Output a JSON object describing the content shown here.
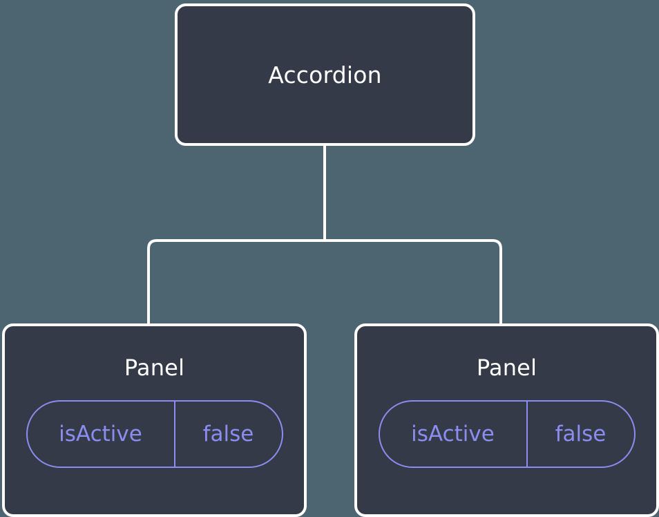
{
  "diagram": {
    "type": "component-tree",
    "background_color": "#4c6571",
    "node_fill_color": "#343a47",
    "node_border_color": "#ffffff",
    "connector_color": "#ffffff",
    "prop_accent_color": "#8b8ef0",
    "root": {
      "title": "Accordion"
    },
    "children": [
      {
        "title": "Panel",
        "prop": {
          "key": "isActive",
          "value": "false"
        }
      },
      {
        "title": "Panel",
        "prop": {
          "key": "isActive",
          "value": "false"
        }
      }
    ]
  }
}
